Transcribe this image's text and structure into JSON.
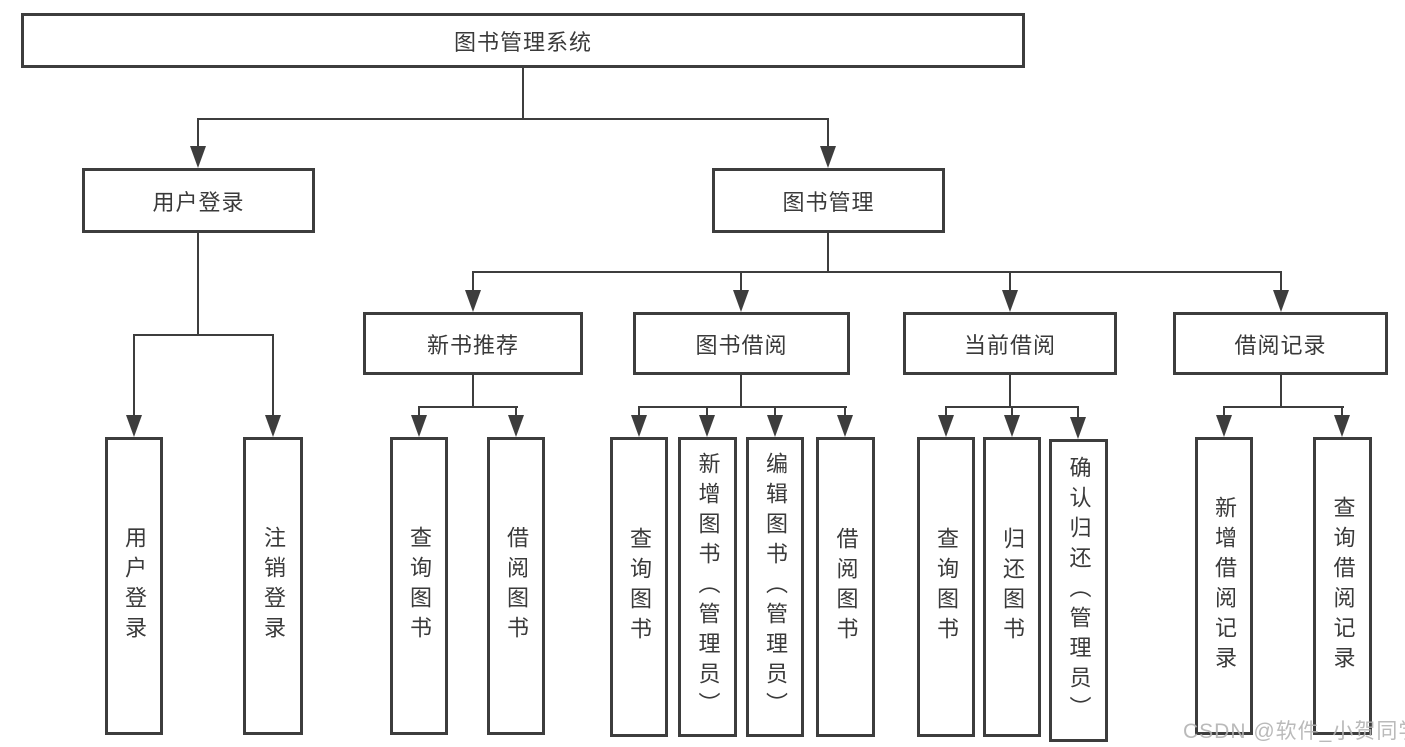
{
  "colors": {
    "line": "#3d3d3d",
    "box_border": "#3d3d3d",
    "text": "#3a3a3a",
    "watermark": "#b3b3b3",
    "background": "#ffffff"
  },
  "watermark": {
    "text": "CSDN @软件_小贺同学"
  },
  "tree": {
    "label": "图书管理系统",
    "children": [
      {
        "label": "用户登录",
        "children": [
          {
            "label": "用户登录"
          },
          {
            "label": "注销登录"
          }
        ]
      },
      {
        "label": "图书管理",
        "children": [
          {
            "label": "新书推荐",
            "children": [
              {
                "label": "查询图书"
              },
              {
                "label": "借阅图书"
              }
            ]
          },
          {
            "label": "图书借阅",
            "children": [
              {
                "label": "查询图书"
              },
              {
                "label": "新增图书（管理员）"
              },
              {
                "label": "编辑图书（管理员）"
              },
              {
                "label": "借阅图书"
              }
            ]
          },
          {
            "label": "当前借阅",
            "children": [
              {
                "label": "查询图书"
              },
              {
                "label": "归还图书"
              },
              {
                "label": "确认归还（管理员）"
              }
            ]
          },
          {
            "label": "借阅记录",
            "children": [
              {
                "label": "新增借阅记录"
              },
              {
                "label": "查询借阅记录"
              }
            ]
          }
        ]
      }
    ]
  }
}
